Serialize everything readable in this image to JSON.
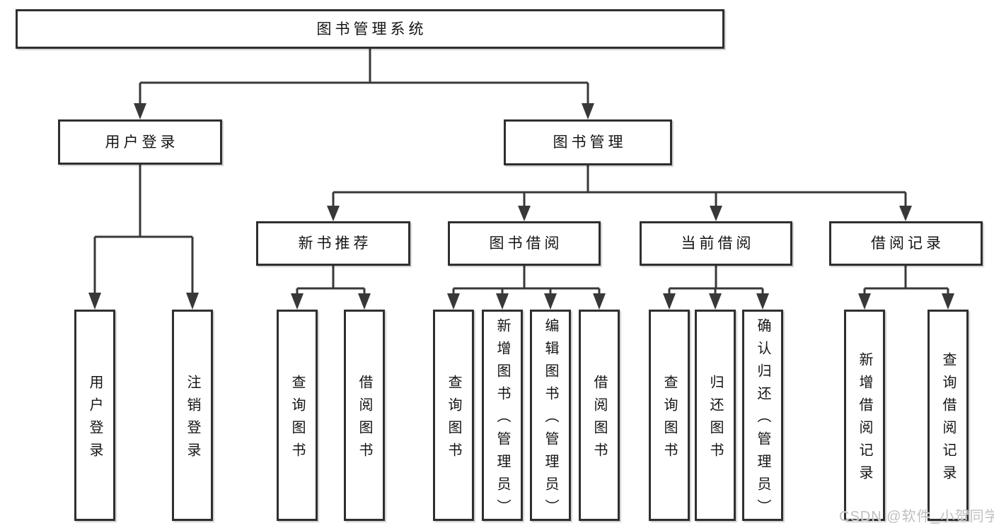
{
  "diagram": {
    "root": {
      "label": "图书管理系统"
    },
    "level2": [
      {
        "label": "用户登录"
      },
      {
        "label": "图书管理"
      }
    ],
    "level3": [
      {
        "label": "新书推荐"
      },
      {
        "label": "图书借阅"
      },
      {
        "label": "当前借阅"
      },
      {
        "label": "借阅记录"
      }
    ],
    "leaves": [
      {
        "label": "用户登录"
      },
      {
        "label": "注销登录"
      },
      {
        "label": "查询图书"
      },
      {
        "label": "借阅图书"
      },
      {
        "label": "查询图书"
      },
      {
        "label": "新增图书（管理员）"
      },
      {
        "label": "编辑图书（管理员）"
      },
      {
        "label": "借阅图书"
      },
      {
        "label": "查询图书"
      },
      {
        "label": "归还图书"
      },
      {
        "label": "确认归还（管理员）"
      },
      {
        "label": "新增借阅记录"
      },
      {
        "label": "查询借阅记录"
      }
    ],
    "watermark": "CSDN @软件_小贺同学",
    "colors": {
      "line": "#383838",
      "box_border": "#2f2f2f",
      "text": "#141414",
      "watermark": "#bfbfbf",
      "background": "#ffffff"
    }
  }
}
